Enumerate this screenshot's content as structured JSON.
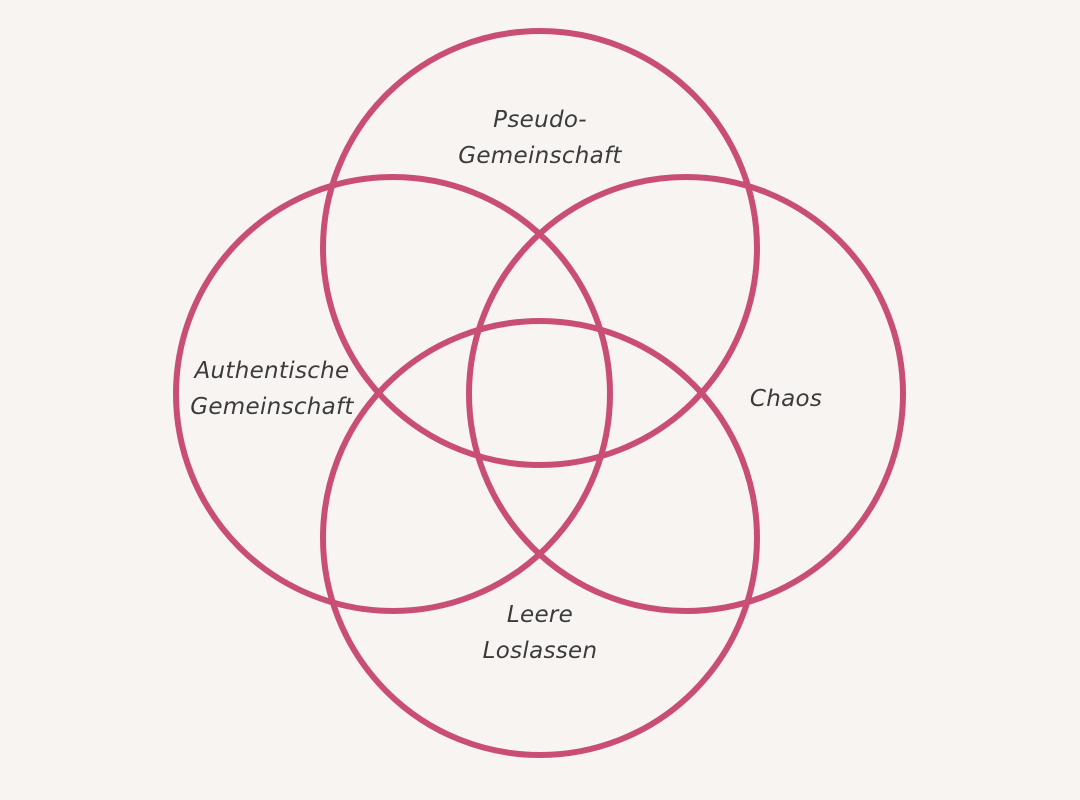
{
  "colors": {
    "background": "#f8f4f1",
    "ring": "#c94e76",
    "text": "#3b3b3b"
  },
  "labels": {
    "top": [
      "Pseudo-",
      "Gemeinschaft"
    ],
    "left": [
      "Authentische",
      "Gemeinschaft"
    ],
    "right": [
      "Chaos"
    ],
    "bottom": [
      "Leere",
      "Loslassen"
    ]
  }
}
